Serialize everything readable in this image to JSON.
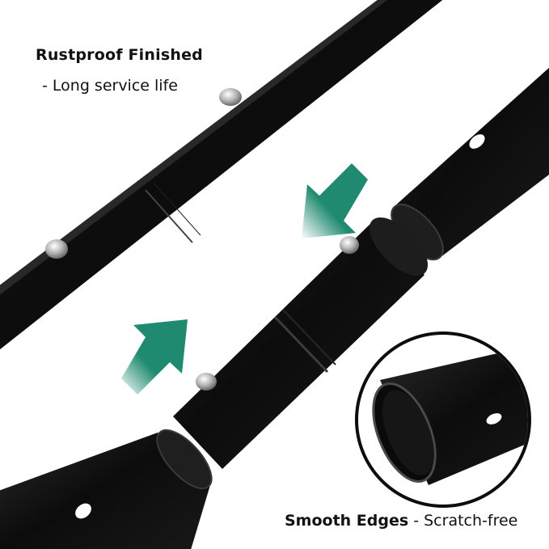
{
  "texts": {
    "title": "Rustproof Finished",
    "subtitle": "- Long service life",
    "bottom_bold": "Smooth Edges",
    "bottom_rest": " - Scratch-free"
  },
  "colors": {
    "pipe": "#0d0d0d",
    "arrow": "#1f8a6f",
    "background": "#ffffff"
  },
  "icons": [
    "pin-icon",
    "arrow-icon",
    "hole-icon"
  ]
}
